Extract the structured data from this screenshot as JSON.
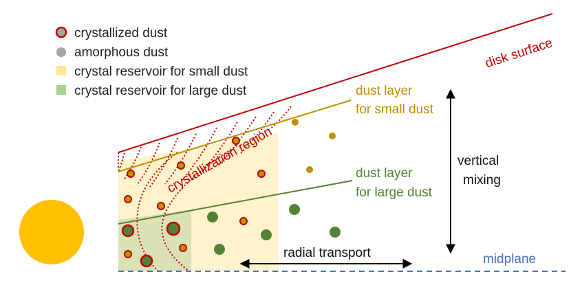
{
  "legend": [
    {
      "label": "crystallized dust",
      "marker": "crystallized-circle"
    },
    {
      "label": "amorphous dust",
      "marker": "gray-circle"
    },
    {
      "label": "crystal reservoir for small dust",
      "marker": "yellow-square"
    },
    {
      "label": "crystal reservoir for large dust",
      "marker": "green-square"
    }
  ],
  "labels": {
    "disk_surface": "disk surface",
    "dust_layer_small_1": "dust layer",
    "dust_layer_small_2": "for small dust",
    "dust_layer_large_1": "dust layer",
    "dust_layer_large_2": "for large dust",
    "crystallization_region": "crystallization region",
    "vertical_mixing_1": "vertical",
    "vertical_mixing_2": "mixing",
    "radial_transport": "radial transport",
    "midplane": "midplane"
  },
  "colors": {
    "disk_surface": "#c00000",
    "small_dust": "#bf9000",
    "large_dust": "#548235",
    "amorphous": "#a6a6a6",
    "small_reservoir": "#fff2cc",
    "large_reservoir": "#d9e1b5",
    "star": "#ffc000",
    "midplane": "#4472c4"
  }
}
